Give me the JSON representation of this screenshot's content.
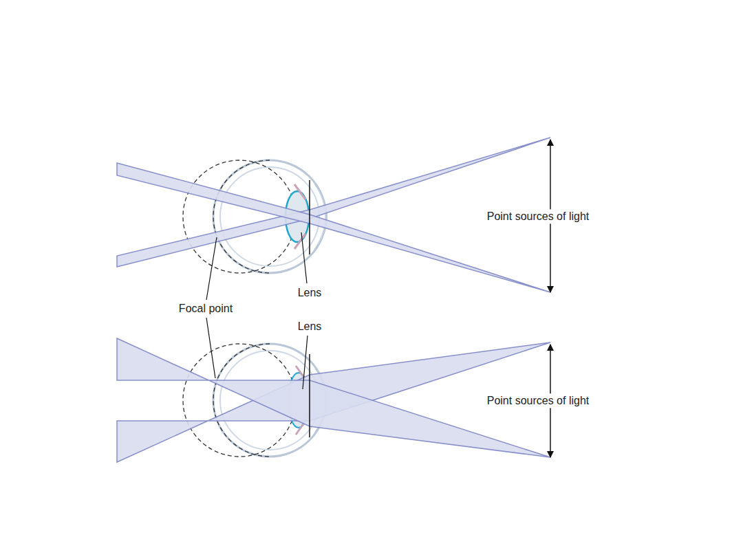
{
  "diagram": {
    "labels": [
      "Point sources of light",
      "Lens",
      "Focal point",
      "Lens",
      "Point sources of light"
    ]
  }
}
